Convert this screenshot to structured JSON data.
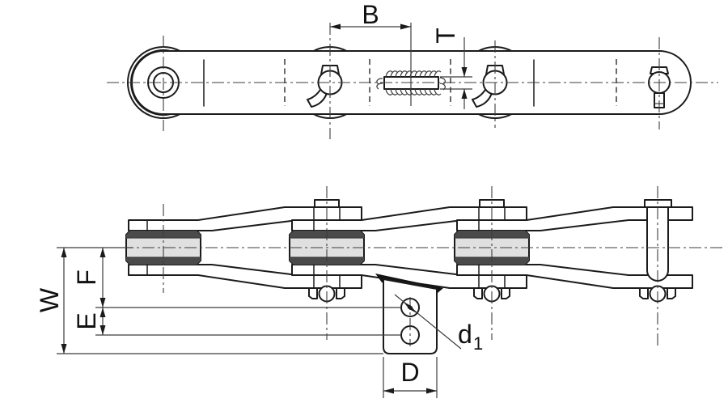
{
  "labels": {
    "B": "B",
    "T": "T",
    "W": "W",
    "F": "F",
    "E": "E",
    "D": "D",
    "d1_main": "d",
    "d1_sub": "1"
  },
  "colors": {
    "background": "#ffffff",
    "line": "#1b1b1b",
    "thin": "#3c3c3c",
    "roller_body": "#e0e0e0",
    "roller_band": "#4a4a4a",
    "weld": "#141414"
  }
}
